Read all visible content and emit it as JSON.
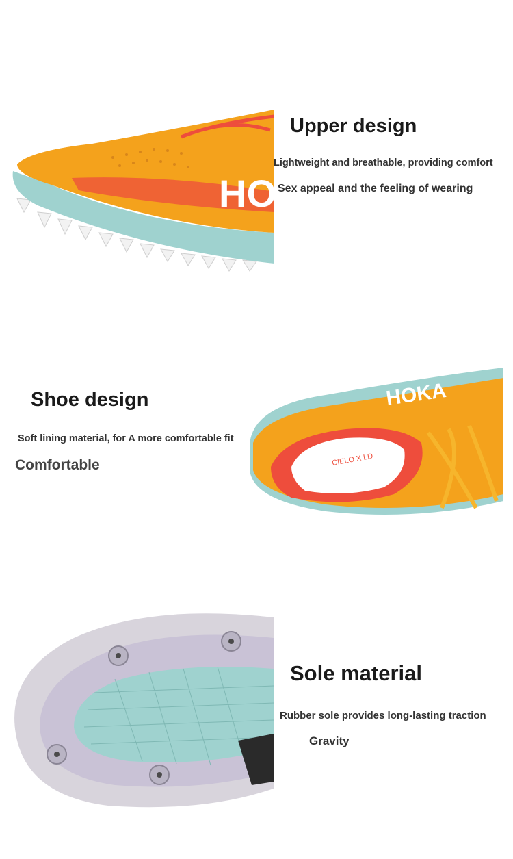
{
  "sections": [
    {
      "heading": "Upper design",
      "lines": [
        "Lightweight and breathable, providing comfort",
        "Sex appeal and the feeling of wearing"
      ]
    },
    {
      "heading": "Shoe design",
      "lines": [
        "Soft lining material, for A more comfortable fit",
        "Comfortable"
      ]
    },
    {
      "heading": "Sole material",
      "lines": [
        "Rubber sole provides long-lasting traction",
        "Gravity"
      ]
    }
  ],
  "brand_logo": "HOKA",
  "insole_text": "CIELO X LD",
  "colors": {
    "upper_orange": "#f4a21c",
    "accent_red": "#ee4d3c",
    "sole_teal": "#9fd2cf",
    "plate_silver": "#d8d4dc"
  }
}
